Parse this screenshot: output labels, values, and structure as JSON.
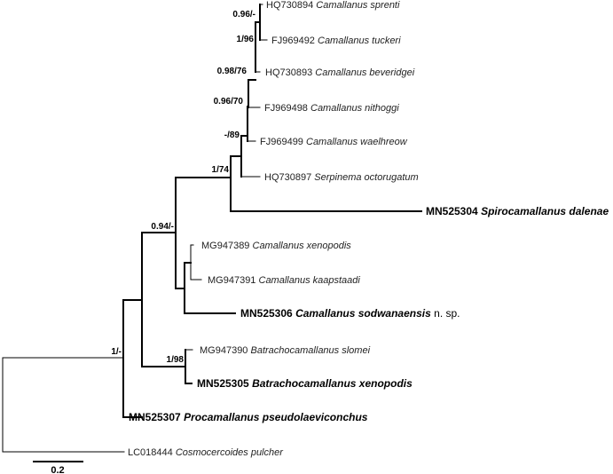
{
  "tree": {
    "leaves": {
      "sprenti": {
        "acc": "HQ730894",
        "sp": "Camallanus sprenti"
      },
      "tuckeri": {
        "acc": "FJ969492",
        "sp": "Camallanus tuckeri"
      },
      "beveridgei": {
        "acc": "HQ730893",
        "sp": "Camallanus beveridgei"
      },
      "nithoggi": {
        "acc": "FJ969498",
        "sp": "Camallanus nithoggi"
      },
      "waelhreow": {
        "acc": "FJ969499",
        "sp": "Camallanus waelhreow"
      },
      "serpinema": {
        "acc": "HQ730897",
        "sp": "Serpinema octorugatum"
      },
      "spirocamallanus": {
        "acc": "MN525304",
        "sp": "Spirocamallanus dalenae"
      },
      "xenopodis": {
        "acc": "MG947389",
        "sp": "Camallanus xenopodis"
      },
      "kaapstaadi": {
        "acc": "MG947391",
        "sp": "Camallanus kaapstaadi"
      },
      "sodwanaensis": {
        "acc": "MN525306",
        "sp": "Camallanus sodwanaensis",
        "suffix": "n. sp."
      },
      "slomei": {
        "acc": "MG947390",
        "sp": "Batrachocamallanus slomei"
      },
      "batra_xenopodis": {
        "acc": "MN525305",
        "sp": "Batrachocamallanus xenopodis"
      },
      "procamallanus": {
        "acc": "MN525307",
        "sp": "Procamallanus pseudolaeviconchus"
      },
      "cosmocercoides": {
        "acc": "LC018444",
        "sp": "Cosmocercoides pulcher"
      }
    },
    "supports": {
      "n1": "0.96/-",
      "n2": "1/96",
      "n3": "0.98/76",
      "n4": "0.96/70",
      "n5": "-/89",
      "n6": "1/74",
      "n7": "0.94/-",
      "n8": "1/98",
      "n9": "1/-"
    },
    "scale_bar": {
      "label": "0.2"
    }
  }
}
